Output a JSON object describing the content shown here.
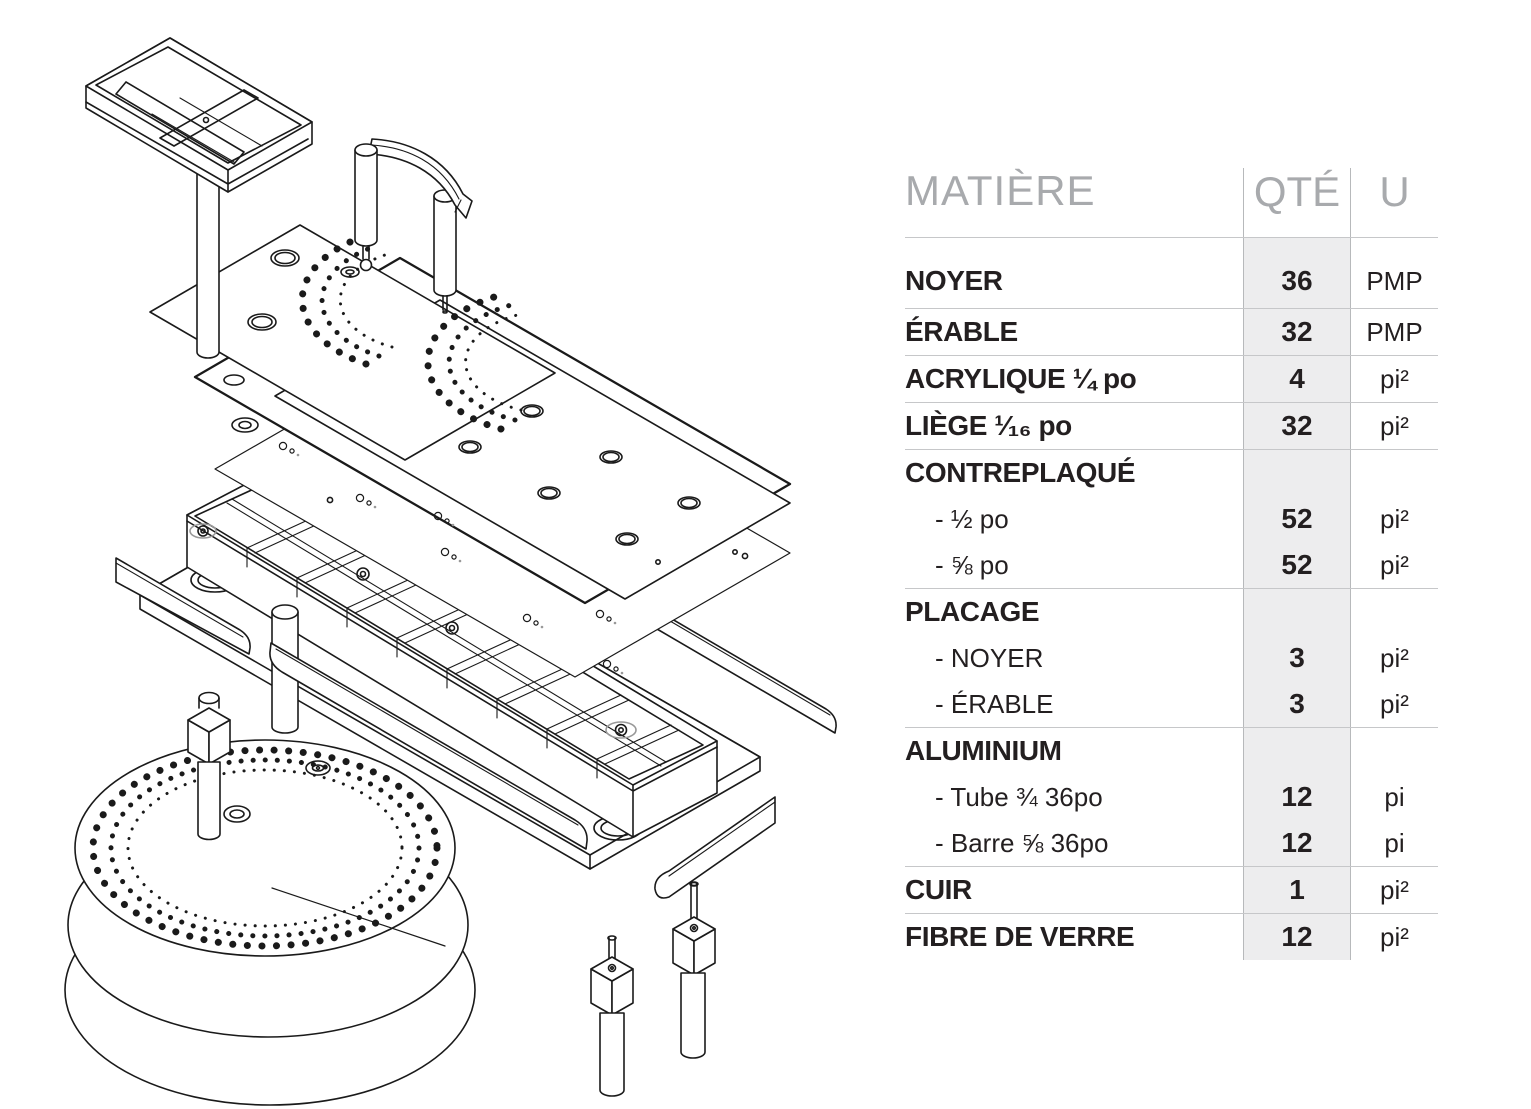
{
  "table": {
    "header": {
      "matiere": "MATIÈRE",
      "qte": "QTÉ",
      "u": "U"
    },
    "rows": [
      {
        "label": "NOYER",
        "qty": "36",
        "unit": "PMP",
        "type": "main",
        "sep": true,
        "first": true
      },
      {
        "label": "ÉRABLE",
        "qty": "32",
        "unit": "PMP",
        "type": "main",
        "sep": true,
        "first": false
      },
      {
        "label": "ACRYLIQUE ¼ po",
        "qty": "4",
        "unit": "pi²",
        "type": "main",
        "sep": true,
        "first": false
      },
      {
        "label": "LIÈGE ¹⁄₁₆ po",
        "qty": "32",
        "unit": "pi²",
        "type": "main",
        "sep": true,
        "first": false
      },
      {
        "label": "CONTREPLAQUÉ",
        "qty": "",
        "unit": "",
        "type": "main",
        "sep": false,
        "first": false
      },
      {
        "label": "- ½ po",
        "qty": "52",
        "unit": "pi²",
        "type": "sub",
        "sep": false,
        "first": false
      },
      {
        "label": "- ⅝ po",
        "qty": "52",
        "unit": "pi²",
        "type": "sub",
        "sep": true,
        "first": false
      },
      {
        "label": "PLACAGE",
        "qty": "",
        "unit": "",
        "type": "main",
        "sep": false,
        "first": false
      },
      {
        "label": "- NOYER",
        "qty": "3",
        "unit": "pi²",
        "type": "sub",
        "sep": false,
        "first": false
      },
      {
        "label": "- ÉRABLE",
        "qty": "3",
        "unit": "pi²",
        "type": "sub",
        "sep": true,
        "first": false
      },
      {
        "label": "ALUMINIUM",
        "qty": "",
        "unit": "",
        "type": "main",
        "sep": false,
        "first": false
      },
      {
        "label": "- Tube ¾ 36po",
        "qty": "12",
        "unit": "pi",
        "type": "sub",
        "sep": false,
        "first": false
      },
      {
        "label": "- Barre ⅝ 36po",
        "qty": "12",
        "unit": "pi",
        "type": "sub",
        "sep": true,
        "first": false
      },
      {
        "label": "CUIR",
        "qty": "1",
        "unit": "pi²",
        "type": "main",
        "sep": true,
        "first": false
      },
      {
        "label": "FIBRE DE VERRE",
        "qty": "12",
        "unit": "pi²",
        "type": "main",
        "sep": false,
        "first": false
      }
    ]
  },
  "colors": {
    "ink": "#231f20",
    "header_text": "#a8aaad",
    "grid_line": "#c6c7c9",
    "qty_band": "#ededee",
    "drawing_line": "#1a1a1a"
  },
  "drawing": {
    "parts": [
      "storage-tray",
      "tray-post",
      "curved-backrest",
      "backrest-cylinders",
      "seat-plate",
      "perforation-arc-pattern",
      "top-plate-with-holes",
      "cork-sheet",
      "veneer-sheet",
      "lattice-core-frame",
      "edge-rails",
      "base-plate",
      "leg-blocks",
      "leg-cylinders",
      "stacked-base-discs",
      "perforated-disc-rings",
      "fastener-details"
    ]
  }
}
